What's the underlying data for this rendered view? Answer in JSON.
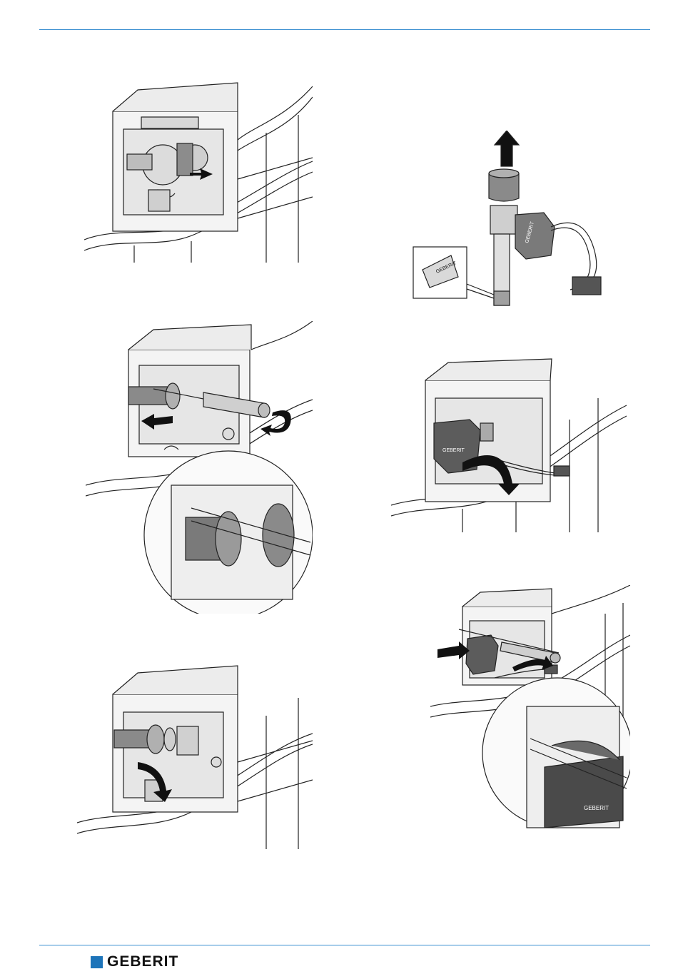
{
  "footer": {
    "logo_text": "GEBERIT"
  },
  "illustrations": {
    "valve_tag_text": "GEBERIT",
    "unit_brand_text": "GEBERIT",
    "arrow_color": "#111111",
    "rule_color": "#3a8fd0",
    "logo_color": "#1d74b9"
  }
}
